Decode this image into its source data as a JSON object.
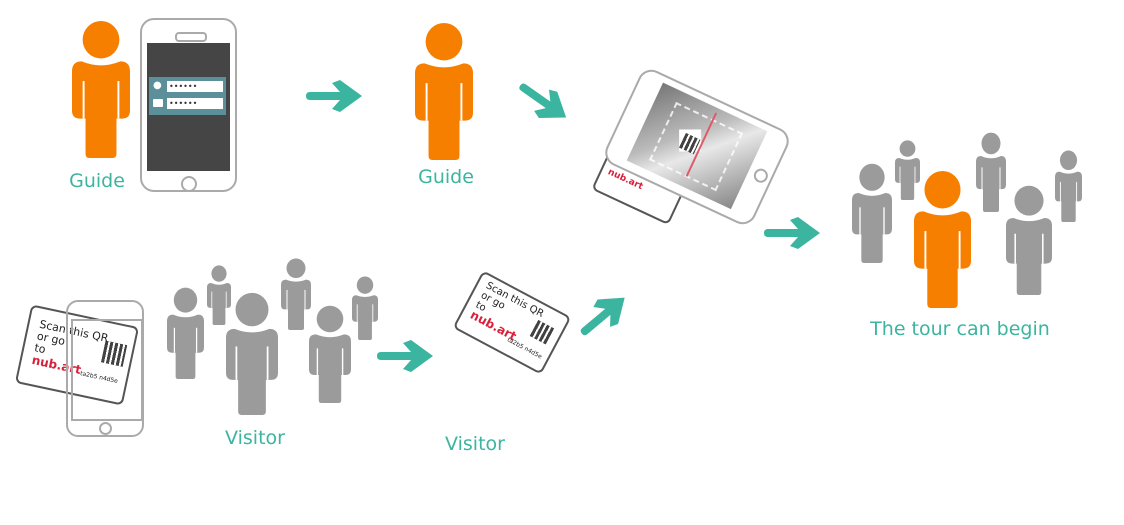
{
  "labels": {
    "guide_1": "Guide",
    "guide_2": "Guide",
    "visitor_1": "Visitor",
    "visitor_2": "Visitor",
    "tour_begin": "The tour can begin"
  },
  "login": {
    "username_mask": "••••••",
    "password_mask": "••••••"
  },
  "card": {
    "line1": "Scan this QR",
    "line2": "or go",
    "line3": "to",
    "brand": "nub.art",
    "code": "ta2b5 n4d5e"
  },
  "colors": {
    "guide": "#f77f00",
    "visitor": "#9b9b9b",
    "accent": "#3bb5a0",
    "brand": "#d9203a"
  }
}
